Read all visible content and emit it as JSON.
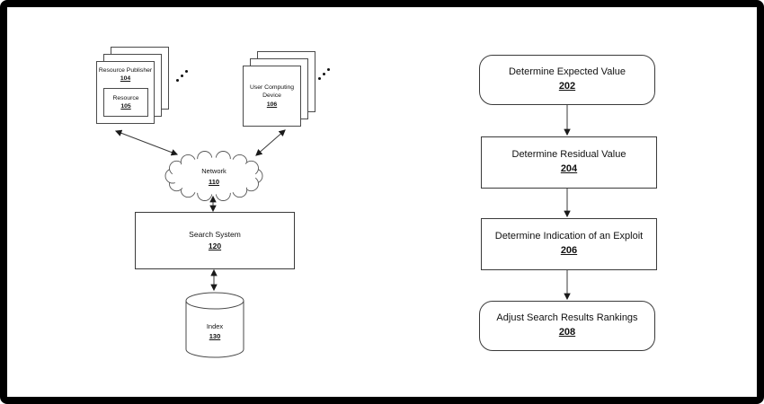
{
  "figure": {
    "background": "#ffffff",
    "frame_color": "#000000",
    "line_color": "#3a3a3a"
  },
  "system_diagram": {
    "resource_publisher": {
      "label": "Resource Publisher",
      "ref": "104"
    },
    "resource": {
      "label": "Resource",
      "ref": "105"
    },
    "user_computing_device": {
      "label": "User Computing Device",
      "ref": "106"
    },
    "network": {
      "label": "Network",
      "ref": "110"
    },
    "search_system": {
      "label": "Search System",
      "ref": "120"
    },
    "index": {
      "label": "Index",
      "ref": "130"
    }
  },
  "flowchart": {
    "steps": [
      {
        "label": "Determine Expected Value",
        "ref": "202",
        "shape": "rounded"
      },
      {
        "label": "Determine Residual Value",
        "ref": "204",
        "shape": "rect"
      },
      {
        "label": "Determine Indication of an Exploit",
        "ref": "206",
        "shape": "rect"
      },
      {
        "label": "Adjust Search Results Rankings",
        "ref": "208",
        "shape": "rounded"
      }
    ]
  }
}
